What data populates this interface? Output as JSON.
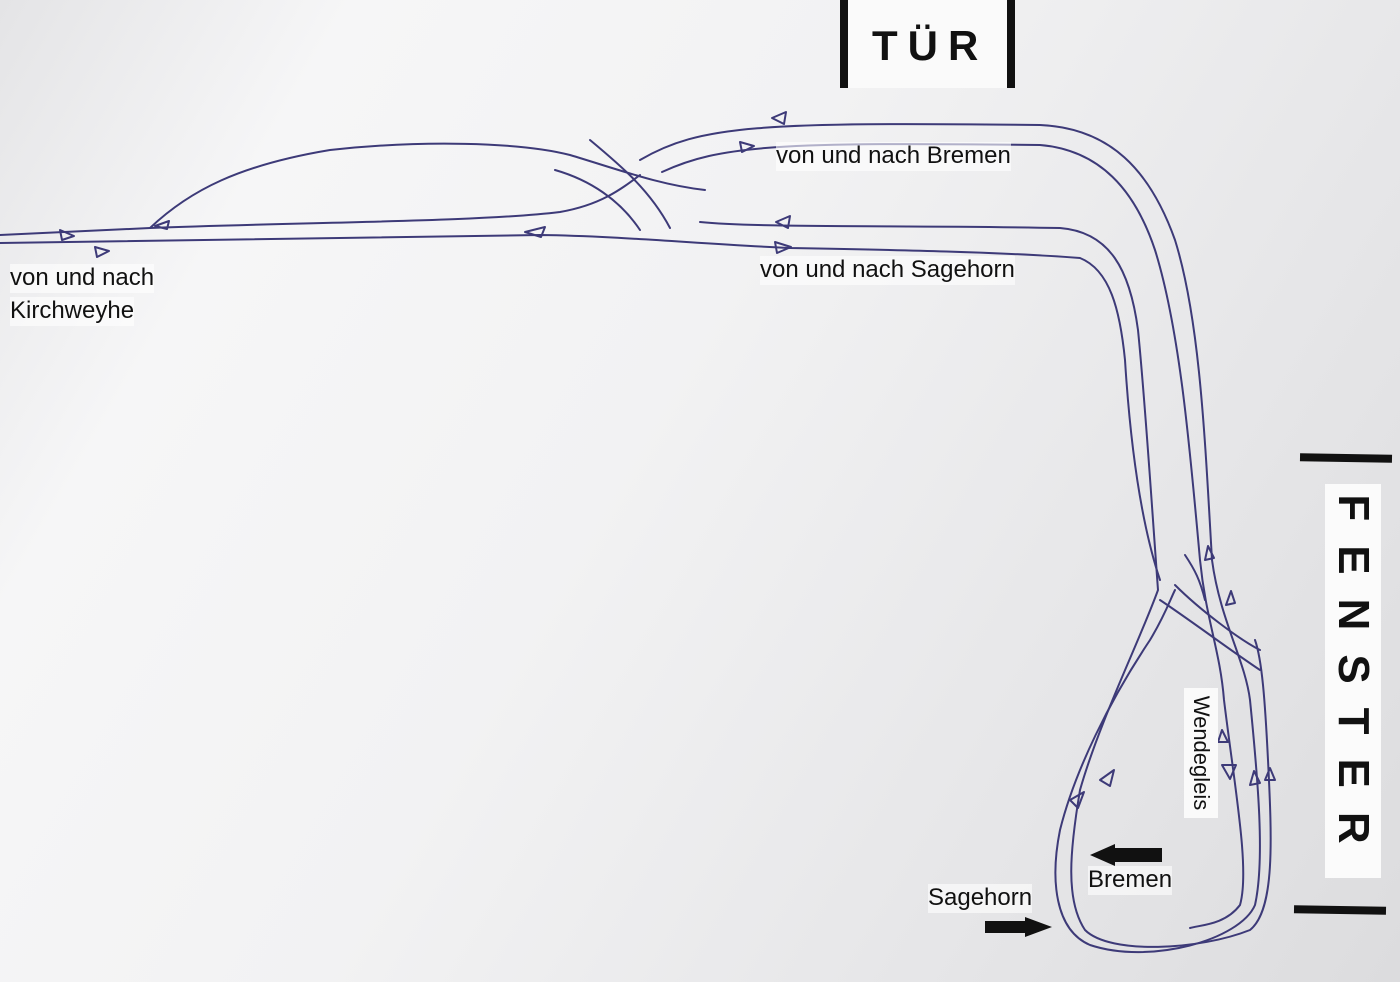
{
  "labels": {
    "door": "TÜR",
    "window": "FENSTER",
    "bremen_top": "von und nach Bremen",
    "sagehorn_mid": "von und nach Sagehorn",
    "kirchweyhe_line1": "von und nach",
    "kirchweyhe_line2": "Kirchweyhe",
    "turning_track": "Wendegleis",
    "bremen_bottom": "Bremen",
    "sagehorn_bottom": "Sagehorn"
  },
  "colors": {
    "track": "#3d3a78",
    "ink": "#111111"
  }
}
